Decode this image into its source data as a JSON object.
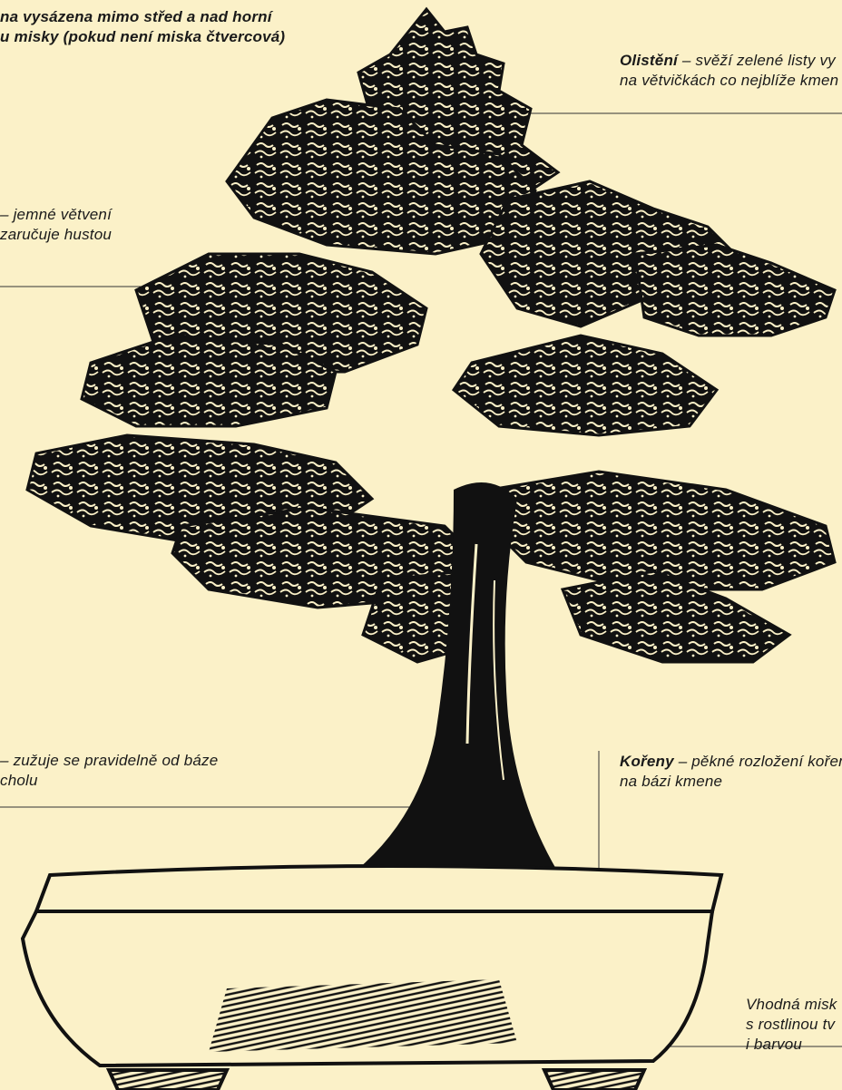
{
  "labels": {
    "apex": {
      "line1": "na vysázena mimo střed a nad horní",
      "line2": "u misky (pokud není miska čtvercová)"
    },
    "foliage": {
      "title": "Olistění",
      "line1": " – svěží zelené listy vy",
      "line2": "na větvičkách co nejblíže kmen"
    },
    "branches": {
      "line1": "– jemné větvení",
      "line2": "zaručuje hustou"
    },
    "trunk": {
      "line1": "– zužuje se pravidelně od báze",
      "line2": "cholu"
    },
    "roots": {
      "title": "Kořeny",
      "line1": " – pěkné rozložení kořen",
      "line2": "na bázi kmene"
    },
    "pot": {
      "line1": "Vhodná misk",
      "line2": "s rostlinou tv",
      "line3": "i barvou"
    }
  },
  "colors": {
    "background": "#fbf1c8",
    "ink": "#111111"
  }
}
